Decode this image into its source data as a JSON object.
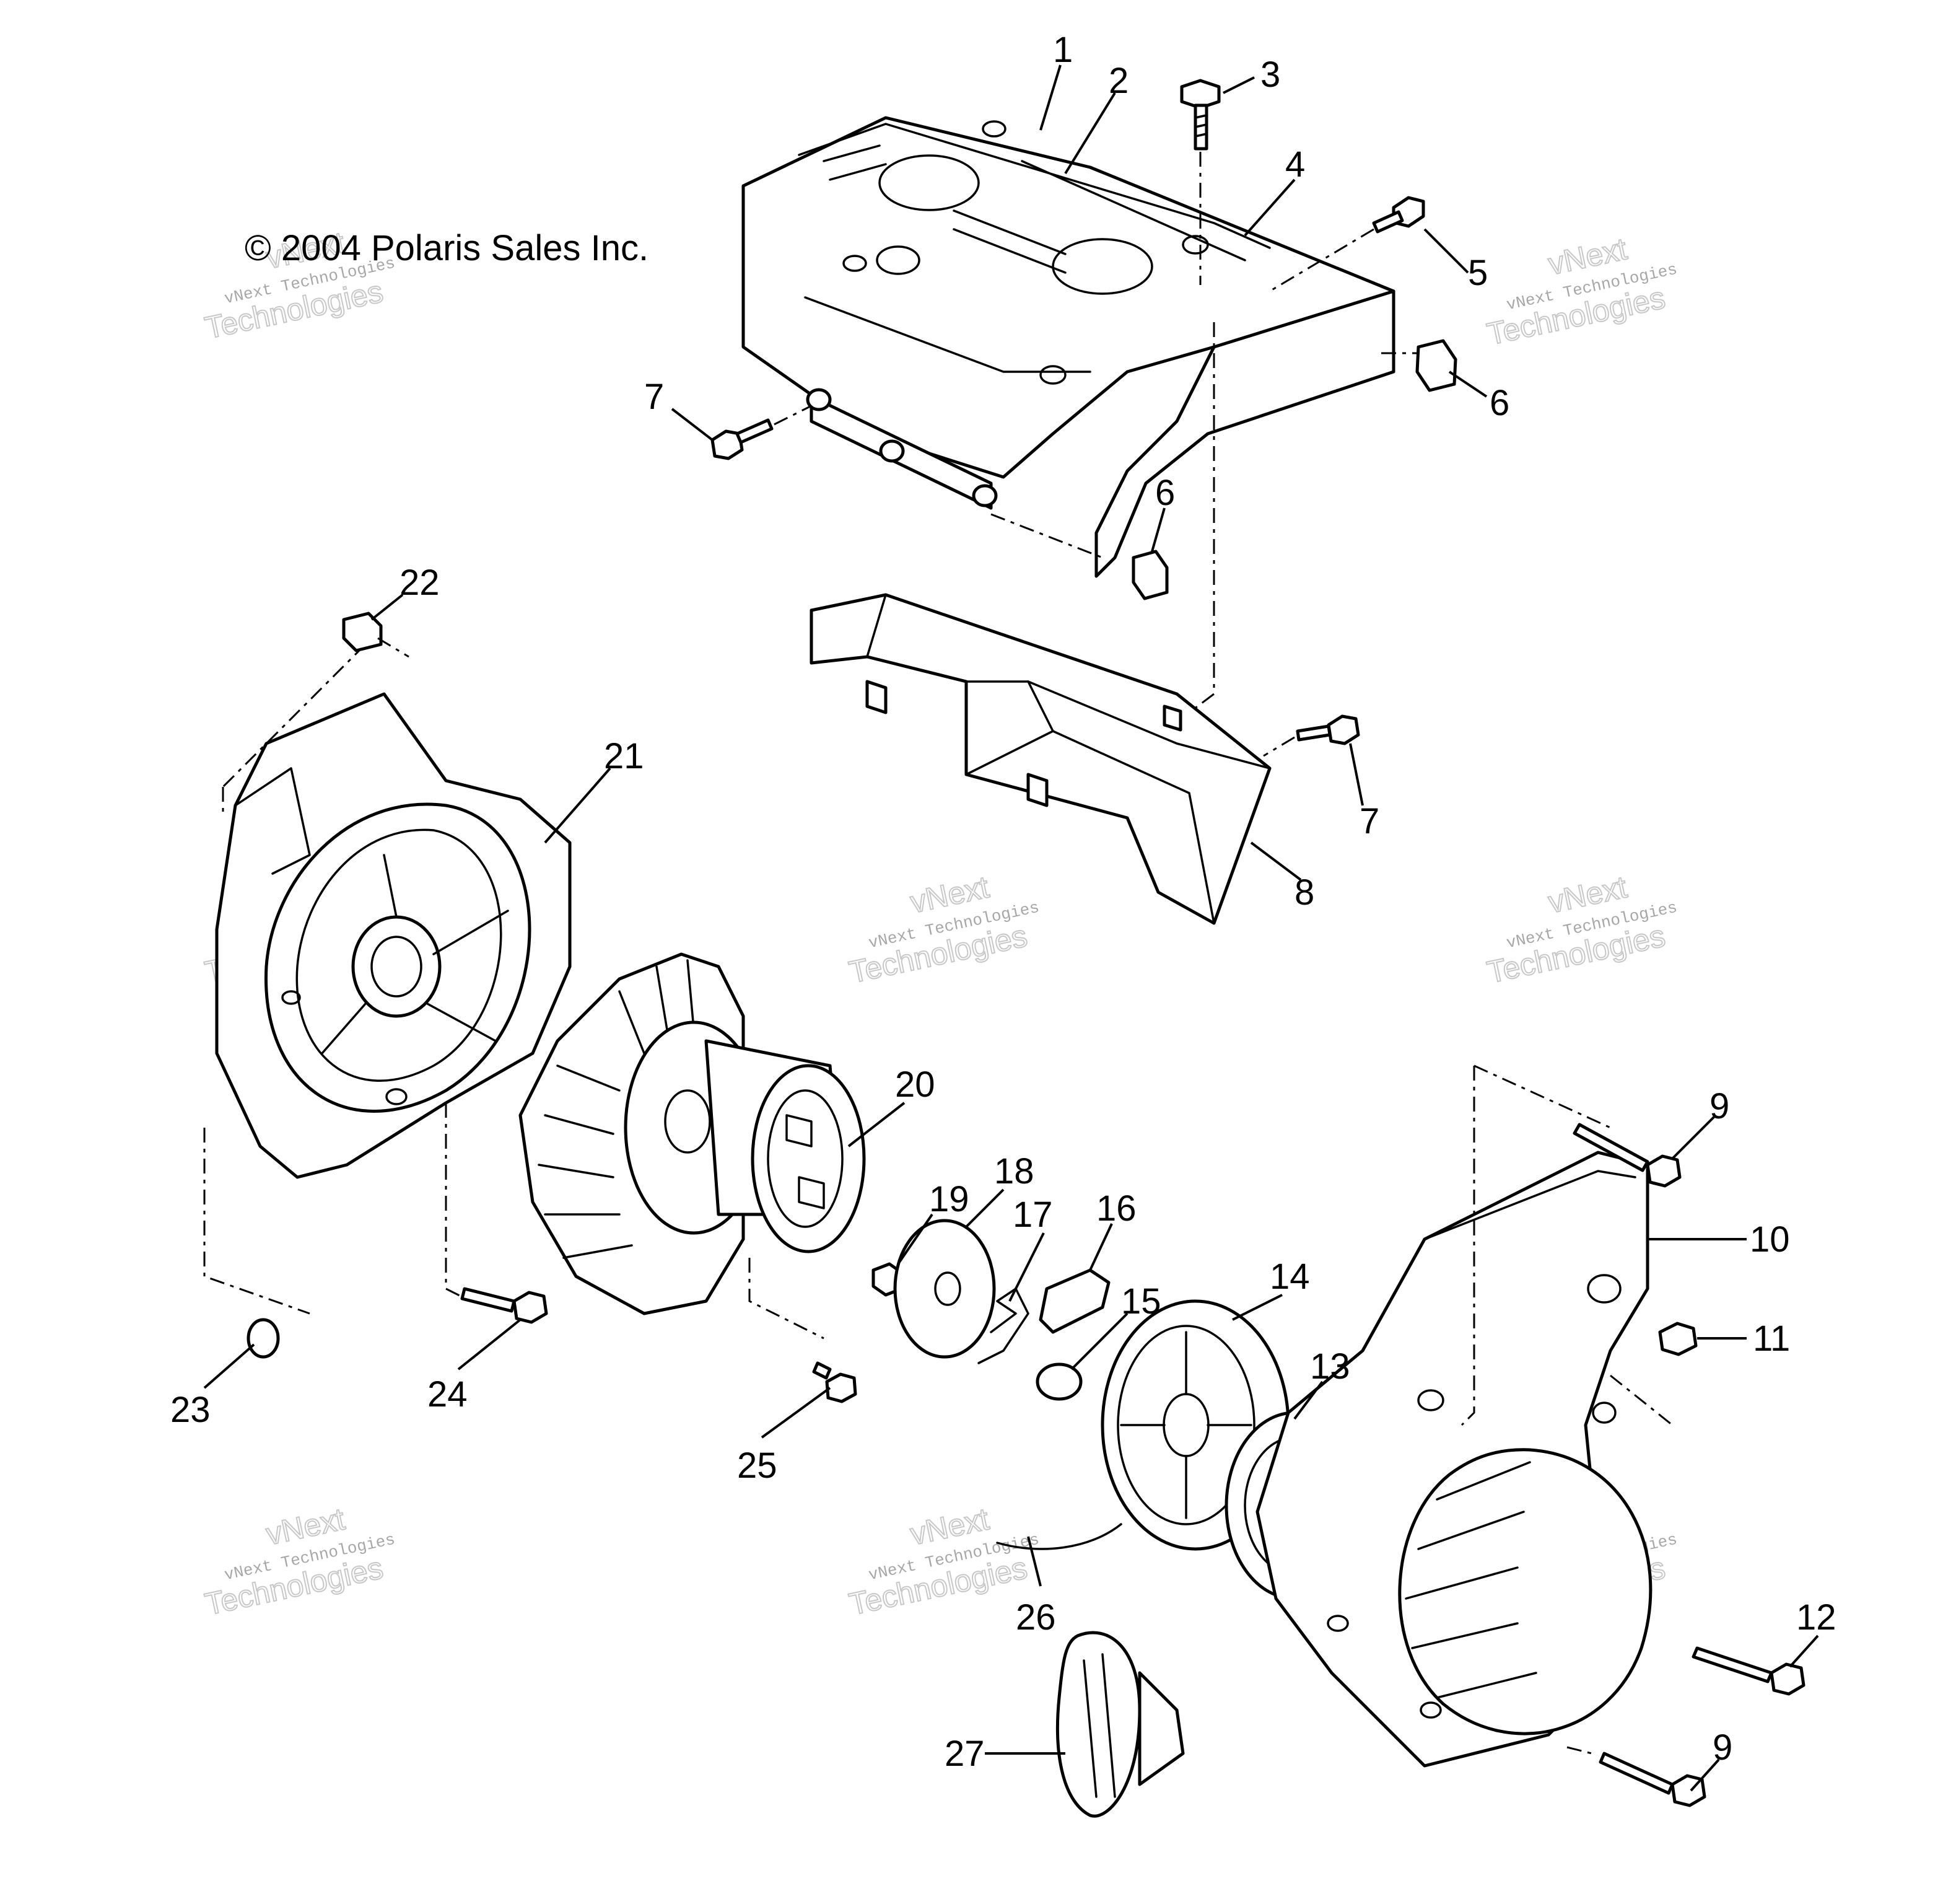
{
  "copyright": "© 2004 Polaris Sales Inc.",
  "watermark": {
    "line1": "vNext",
    "line2": "vNext Technologies",
    "line3": "Technologies"
  },
  "callouts": [
    "1",
    "2",
    "3",
    "4",
    "5",
    "6",
    "6",
    "7",
    "7",
    "8",
    "9",
    "9",
    "10",
    "11",
    "12",
    "13",
    "14",
    "15",
    "16",
    "17",
    "18",
    "19",
    "20",
    "21",
    "22",
    "23",
    "24",
    "25",
    "26",
    "27"
  ]
}
